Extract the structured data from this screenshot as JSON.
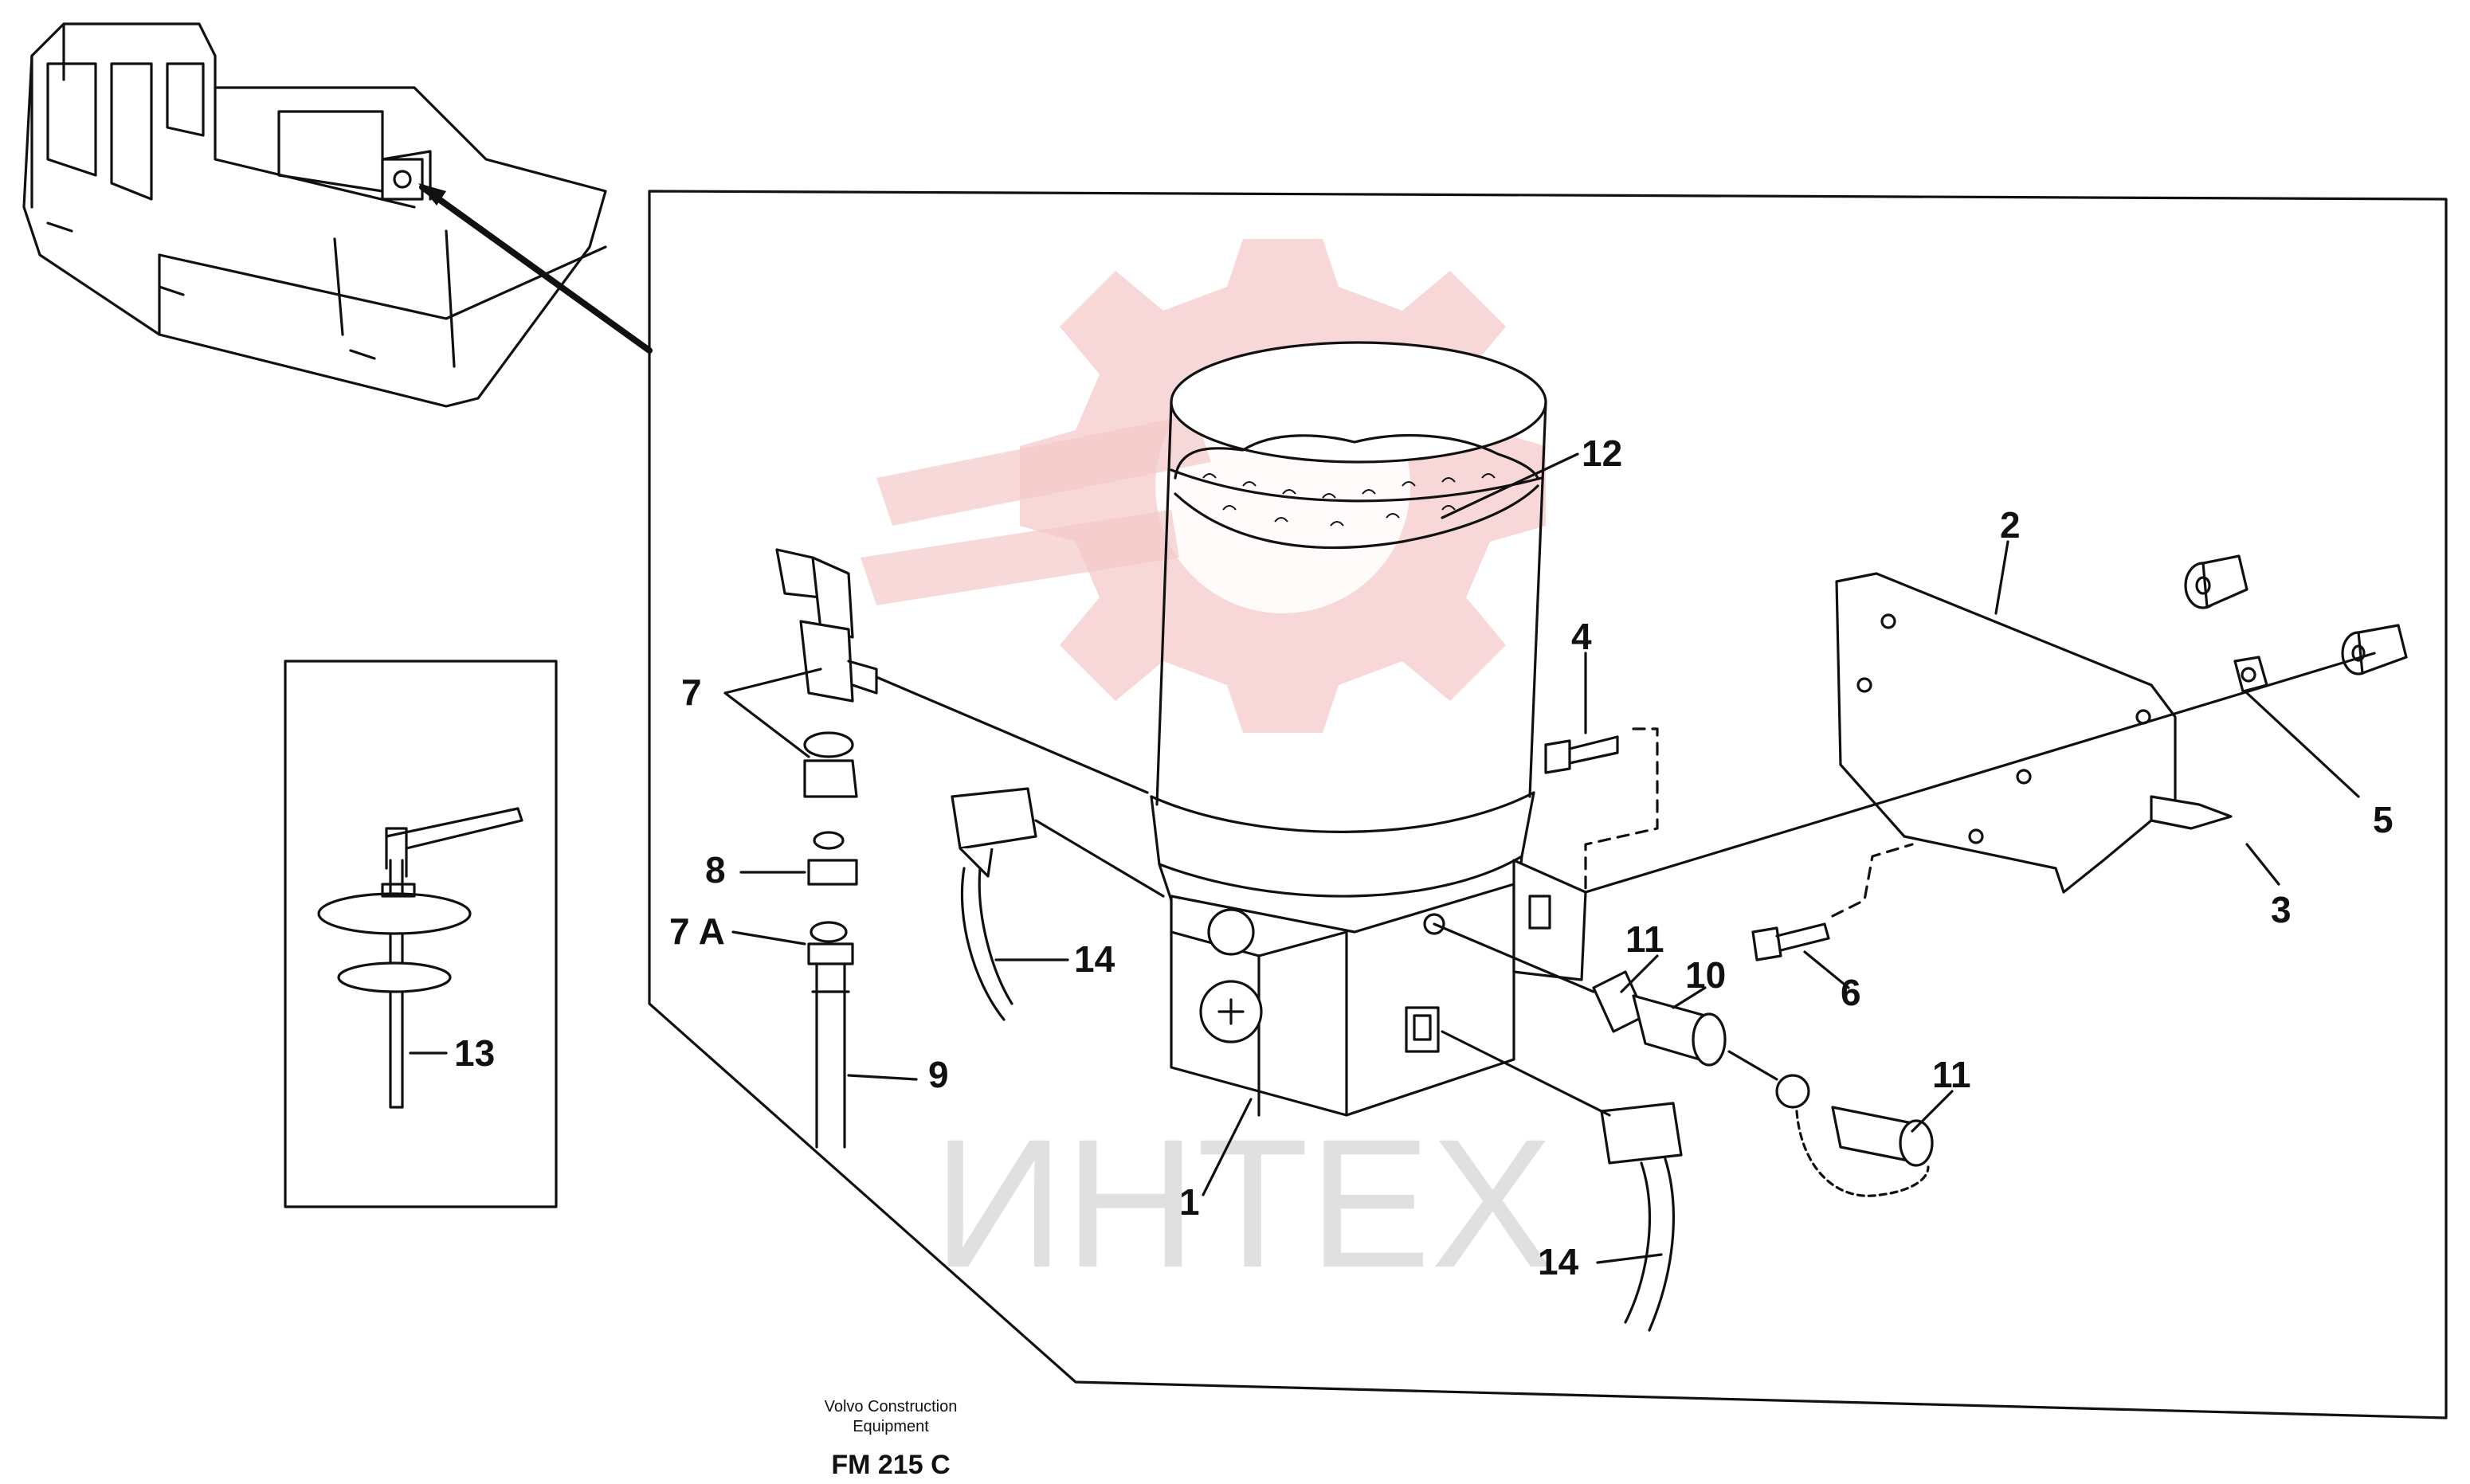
{
  "watermark": {
    "text": "ИНТЕХ",
    "color": "#f4c9c9"
  },
  "callouts": {
    "c1": "1",
    "c2": "2",
    "c3": "3",
    "c4": "4",
    "c5": "5",
    "c6": "6",
    "c7": "7",
    "c7a": "7 A",
    "c8": "8",
    "c9": "9",
    "c10": "10",
    "c11a": "11",
    "c11b": "11",
    "c12": "12",
    "c13": "13",
    "c14a": "14",
    "c14b": "14"
  },
  "footer": {
    "line1": "Volvo Construction",
    "line2": "Equipment",
    "code": "FM 215 C"
  }
}
